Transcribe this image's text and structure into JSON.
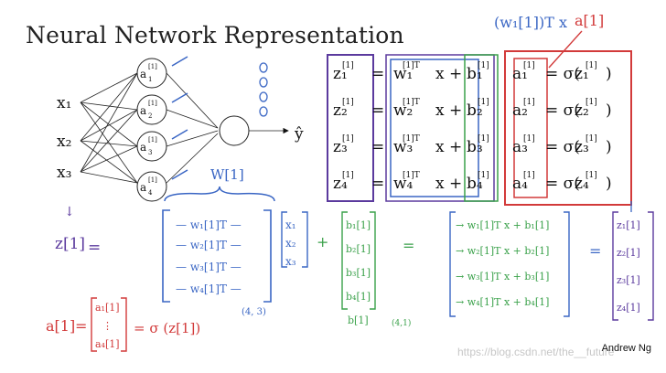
{
  "title": "Neural Network Representation",
  "author": "Andrew Ng",
  "watermark": "https://blog.csdn.net/the__future",
  "inputs": [
    "x₁",
    "x₂",
    "x₃"
  ],
  "hidden_units": [
    "a",
    "a",
    "a",
    "a"
  ],
  "output": "ŷ",
  "equations": [
    {
      "z": "z₁",
      "w": "w₁",
      "b": "b₁",
      "a": "a₁",
      "sz": "z₁"
    },
    {
      "z": "z₂",
      "w": "w₂",
      "b": "b₂",
      "a": "a₂",
      "sz": "z₂"
    },
    {
      "z": "z₃",
      "w": "w₃",
      "b": "b₃",
      "a": "a₃",
      "sz": "z₃"
    },
    {
      "z": "z₄",
      "w": "w₄",
      "b": "b₄",
      "a": "a₄",
      "sz": "z₄"
    }
  ],
  "superscript": "[1]",
  "transpose_sup": "[1]T",
  "annotations": {
    "top_formula": "(w₁[1])T x",
    "top_a": "a[1]",
    "W_label": "W[1]",
    "W_rows": [
      "— w₁[1]T —",
      "— w₂[1]T —",
      "— w₃[1]T —",
      "— w₄[1]T —"
    ],
    "W_shape": "(4, 3)",
    "x_vec": [
      "x₁",
      "x₂",
      "x₃"
    ],
    "b_vec": [
      "b₁[1]",
      "b₂[1]",
      "b₃[1]",
      "b₄[1]"
    ],
    "b_label": "b[1]",
    "b_shape": "(4,1)",
    "result_rows": [
      "→ w₁[1]T x + b₁[1]",
      "→ w₂[1]T x + b₂[1]",
      "→ w₃[1]T x + b₃[1]",
      "→ w₄[1]T x + b₄[1]"
    ],
    "z_vec": [
      "z₁[1]",
      "z₂[1]",
      "z₃[1]",
      "z₄[1]"
    ],
    "z_label": "z[1]",
    "a_label": "a[1]",
    "a_vec": [
      "a₁[1]",
      "⋮",
      "a₄[1]"
    ],
    "sigma": "= σ (z[1])"
  },
  "colors": {
    "blue": "#3a66c4",
    "green": "#3aa14a",
    "red": "#d23a3a",
    "purple": "#5b3a9e",
    "cyan": "#1d9bd7",
    "ink": "#222222"
  }
}
